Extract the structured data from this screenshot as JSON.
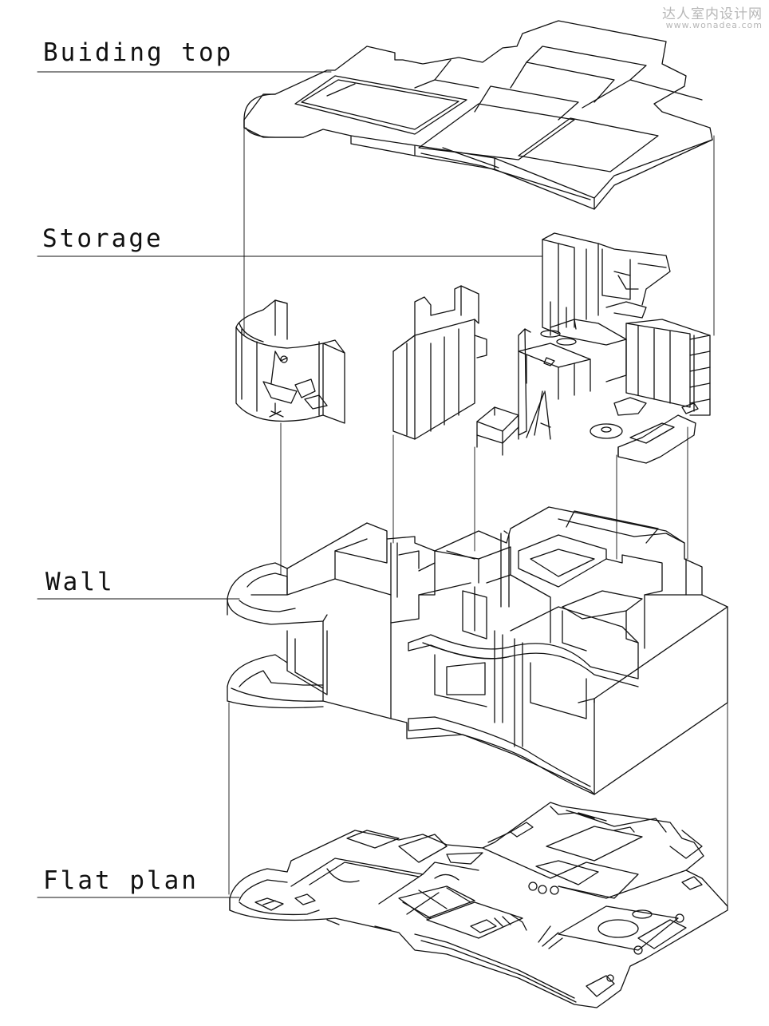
{
  "labels": {
    "building_top": "Buiding top",
    "storage": "Storage",
    "wall": "Wall",
    "flat_plan": "Flat plan"
  },
  "watermark": {
    "site_name": "达人室内设计网",
    "url": "www.wonadea.com"
  },
  "colors": {
    "line": "#111111",
    "watermark": "#b7b7b7",
    "background": "#ffffff"
  }
}
